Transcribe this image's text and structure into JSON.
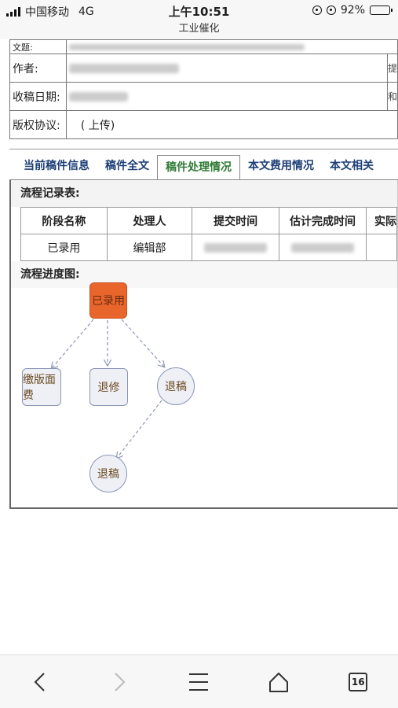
{
  "status_bar": {
    "carrier": "中国移动",
    "network": "4G",
    "time": "上午10:51",
    "page_title": "工业催化",
    "battery": "92%",
    "battery_level": 0.92
  },
  "info": {
    "partial_label": "文题:",
    "author_label": "作者:",
    "received_label": "收稿日期:",
    "copyright_label": "版权协议:",
    "upload_link": "( 上传)",
    "edge_char_1": "提",
    "edge_char_2": "和"
  },
  "tabs": [
    "当前稿件信息",
    "稿件全文",
    "稿件处理情况",
    "本文费用情况",
    "本文相关"
  ],
  "active_tab": 2,
  "process": {
    "record_title": "流程记录表:",
    "columns": [
      "阶段名称",
      "处理人",
      "提交时间",
      "估计完成时间",
      "实际"
    ],
    "rows": [
      {
        "stage": "已录用",
        "handler": "编辑部"
      }
    ],
    "diagram_title": "流程进度图:"
  },
  "flow": {
    "start": "已录用",
    "pay_fee": "缴版面费",
    "revise": "退修",
    "reject1": "退稿",
    "reject2": "退稿",
    "start_color": "#e8662c"
  },
  "nav": {
    "tab_count": "16"
  }
}
